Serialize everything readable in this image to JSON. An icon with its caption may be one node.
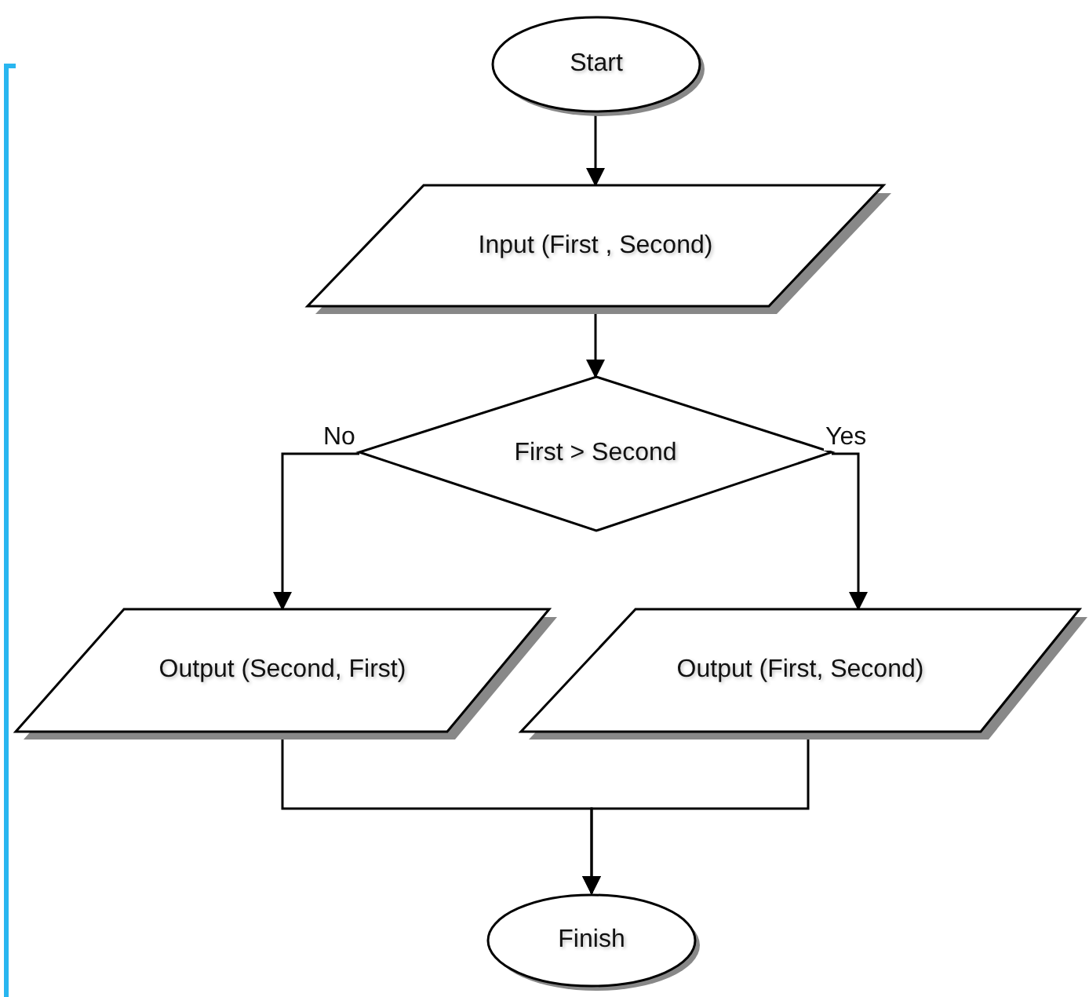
{
  "diagram": {
    "nodes": [
      {
        "text": [
          "Start"
        ]
      },
      {
        "text": [
          "Input (First , Second)"
        ]
      },
      {
        "text": [
          "First > Second"
        ]
      },
      {
        "text": [
          "Output (Second, First)"
        ]
      },
      {
        "text": [
          "Output (First, Second)"
        ]
      },
      {
        "text": [
          "Finish"
        ]
      }
    ],
    "edges": [
      {
        "from": 0,
        "to": 1,
        "arrow": "to"
      },
      {
        "from": 1,
        "to": 2,
        "arrow": "to"
      },
      {
        "from": 2,
        "to": 3,
        "arrow": "to",
        "label": "No"
      },
      {
        "from": 2,
        "to": 4,
        "arrow": "to",
        "label": "Yes"
      },
      {
        "from": 3,
        "to": 5,
        "arrow": "to"
      },
      {
        "from": 4,
        "to": 5,
        "arrow": "to"
      }
    ]
  }
}
